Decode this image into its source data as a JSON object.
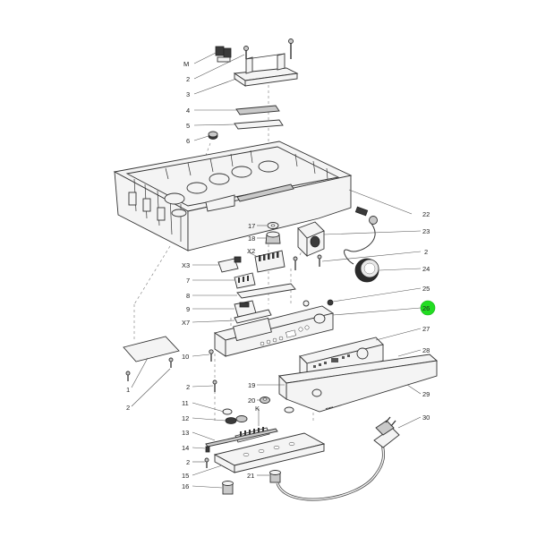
{
  "callouts": {
    "m": "M",
    "c2a": "2",
    "c3": "3",
    "c4": "4",
    "c5": "5",
    "c6": "6",
    "c22": "22",
    "c17": "17",
    "c18": "18",
    "x2": "X2",
    "x3": "X3",
    "c7": "7",
    "c8": "8",
    "c9": "9",
    "x7": "X7",
    "c23": "23",
    "c2b": "2",
    "c24": "24",
    "c25": "25",
    "c26": "26",
    "c27": "27",
    "c28": "28",
    "c29": "29",
    "c10": "10",
    "c1": "1",
    "c2c": "2",
    "c2d": "2",
    "c19": "19",
    "c20": "20",
    "c11": "11",
    "c12": "12",
    "k": "K",
    "c13": "13",
    "c14": "14",
    "c2e": "2",
    "c15": "15",
    "c16": "16",
    "c21": "21",
    "c30": "30"
  },
  "highlight": {
    "label": "26",
    "color": "#22dd22"
  }
}
